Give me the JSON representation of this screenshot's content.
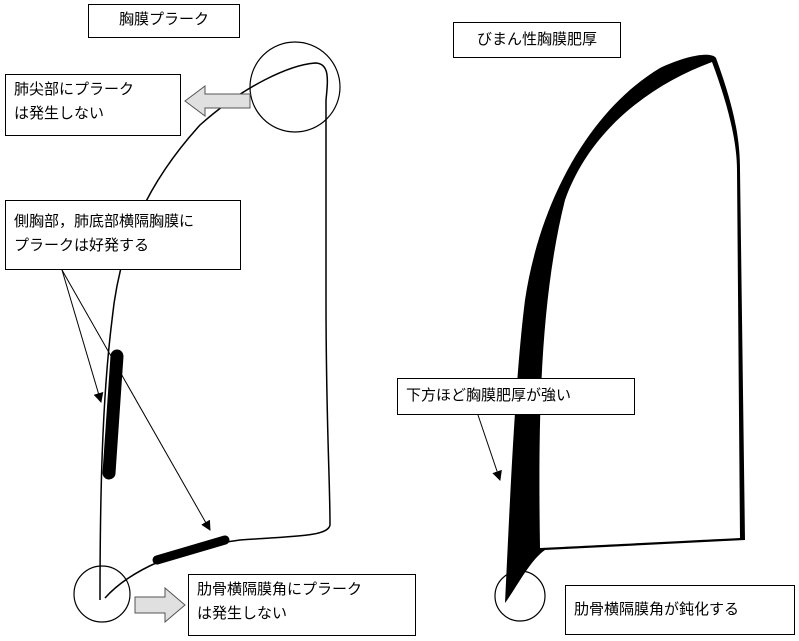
{
  "left": {
    "title": "胸膜プラーク",
    "apex_note": [
      "肺尖部にプラーク",
      "は発生しない"
    ],
    "common_site_note": [
      "側胸部，肺底部横隔胸膜に",
      "プラークは好発する"
    ],
    "angle_note": [
      "肋骨横隔膜角にプラーク",
      "は発生しない"
    ]
  },
  "right": {
    "title": "びまん性胸膜肥厚",
    "thickness_note": "下方ほど胸膜肥厚が強い",
    "angle_note": "肋骨横隔膜角が鈍化する"
  },
  "colors": {
    "line": "#000000",
    "arrow_fill": "#e0e0e0"
  }
}
